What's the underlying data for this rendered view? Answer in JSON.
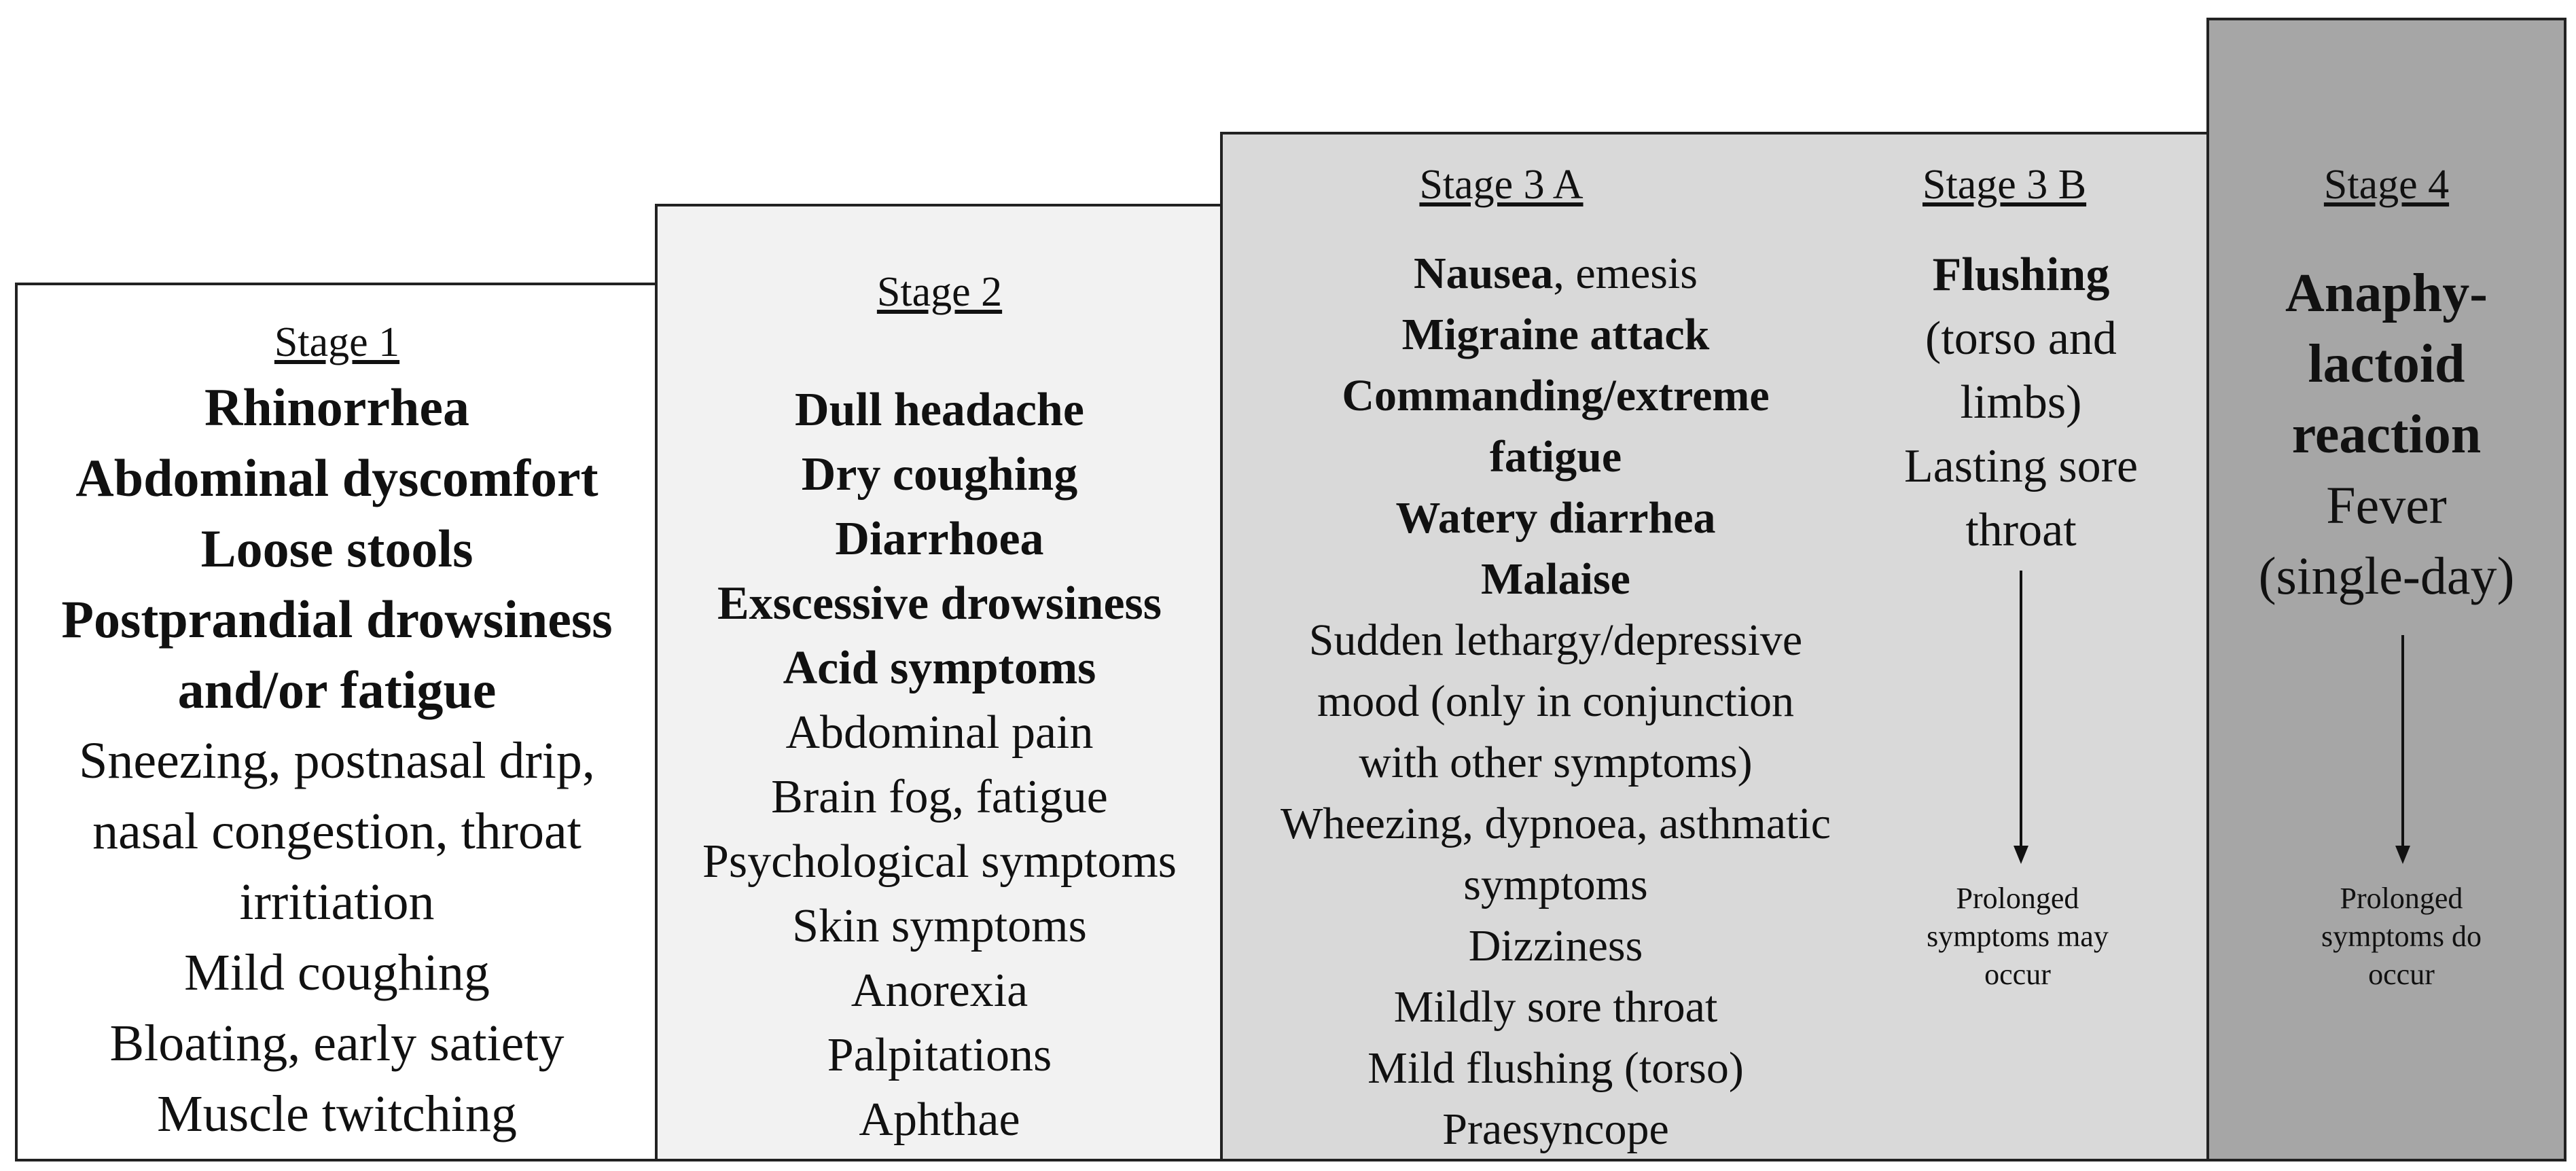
{
  "stage1": {
    "title": "Stage 1",
    "bold_lines": [
      "Rhinorrhea",
      "Abdominal dyscomfort",
      "Loose stools",
      "Postprandial drowsiness",
      "and/or fatigue"
    ],
    "lines": [
      "Sneezing, postnasal drip,",
      "nasal congestion, throat",
      "irritiation",
      "Mild coughing",
      "Bloating, early satiety",
      "Muscle twitching"
    ]
  },
  "stage2": {
    "title": "Stage 2",
    "bold_lines": [
      "Dull headache",
      "Dry coughing",
      "Diarrhoea",
      "Exscessive drowsiness",
      "Acid symptoms"
    ],
    "lines": [
      "Abdominal pain",
      "Brain fog, fatigue",
      "Psychological symptoms",
      "Skin symptoms",
      "Anorexia",
      "Palpitations",
      "Aphthae"
    ]
  },
  "stage3a": {
    "title": "Stage 3 A",
    "first_bold": "Nausea",
    "first_rest": ", emesis",
    "bold_lines": [
      "Migraine attack",
      "Commanding/extreme",
      "fatigue",
      "Watery diarrhea",
      "Malaise"
    ],
    "lines": [
      "Sudden lethargy/depressive",
      "mood (only in conjunction",
      "with other symptoms)",
      "Wheezing, dypnoea, asthmatic",
      "symptoms",
      "Dizziness",
      "Mildly sore throat",
      "Mild flushing (torso)",
      "Praesyncope"
    ]
  },
  "stage3b": {
    "title": "Stage 3 B",
    "bold_lines": [
      "Flushing"
    ],
    "lines": [
      "(torso and",
      "limbs)",
      "Lasting sore",
      "throat"
    ],
    "note": [
      "Prolonged",
      "symptoms may",
      "occur"
    ]
  },
  "stage4": {
    "title": "Stage 4",
    "bold_lines": [
      "Anaphy-",
      "lactoid",
      "reaction"
    ],
    "lines": [
      "Fever",
      "(single-day)"
    ],
    "note": [
      "Prolonged",
      "symptoms do",
      "occur"
    ]
  },
  "colors": {
    "stage1_bg": "#ffffff",
    "stage2_bg": "#f2f2f2",
    "stage3_bg": "#d9d9d9",
    "stage4_bg": "#a6a6a6"
  }
}
